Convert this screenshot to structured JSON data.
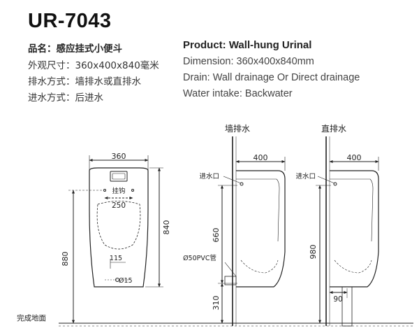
{
  "product": {
    "model": "UR-7043"
  },
  "specs_cn": [
    "品名：感应挂式小便斗",
    "外观尺寸：360x400x840毫米",
    "排水方式：墙排水或直排水",
    "进水方式：后进水"
  ],
  "specs_en": [
    "Product: Wall-hung Urinal",
    "Dimension: 360x400x840mm",
    "Drain: Wall drainage Or Direct drainage",
    "Water intake: Backwater"
  ],
  "front_view": {
    "width": "360",
    "hook_label": "挂钩",
    "hook_span": "250",
    "height": "840",
    "mount_height": "880",
    "drain_offset": "115",
    "drain_dia": "Ø15"
  },
  "wall_drain_view": {
    "title": "墙排水",
    "depth": "400",
    "inlet_label": "进水口",
    "inlet_height": "660",
    "pipe_label": "Ø50PVC管",
    "drain_height": "310"
  },
  "direct_drain_view": {
    "title": "直排水",
    "depth": "400",
    "inlet_label": "进水口",
    "inlet_height": "980",
    "drain_offset": "90"
  },
  "floor_label": "完成地面"
}
